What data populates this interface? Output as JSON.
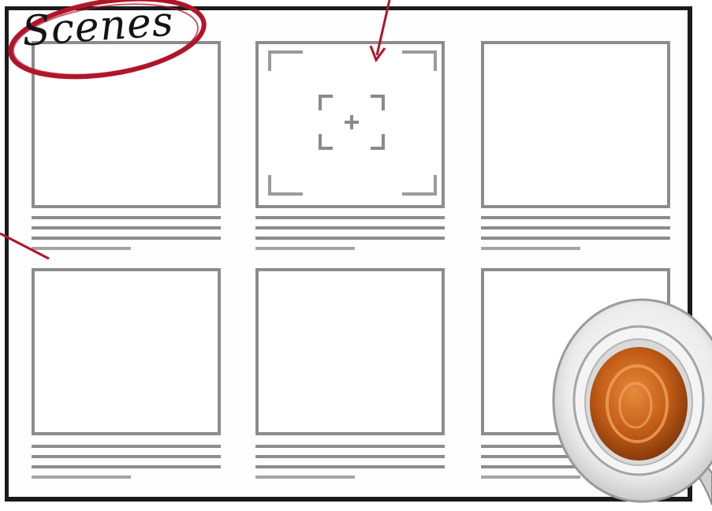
{
  "sheet": {
    "heading": "Scenes",
    "panel_count": 6,
    "rows": [
      {
        "panels": [
          {
            "id": "scene-1",
            "empty": true
          },
          {
            "id": "scene-2",
            "empty": false,
            "icon": "viewfinder-add-icon"
          },
          {
            "id": "scene-3",
            "empty": true
          }
        ]
      },
      {
        "panels": [
          {
            "id": "scene-4",
            "empty": true
          },
          {
            "id": "scene-5",
            "empty": true
          },
          {
            "id": "scene-6",
            "empty": true
          }
        ]
      }
    ]
  },
  "decorations": {
    "circle_color": "#b0152a",
    "arrow_color": "#b0152a",
    "coffee_cup_icon": "coffee-cup-icon",
    "coffee_color": "#d06a1c"
  }
}
